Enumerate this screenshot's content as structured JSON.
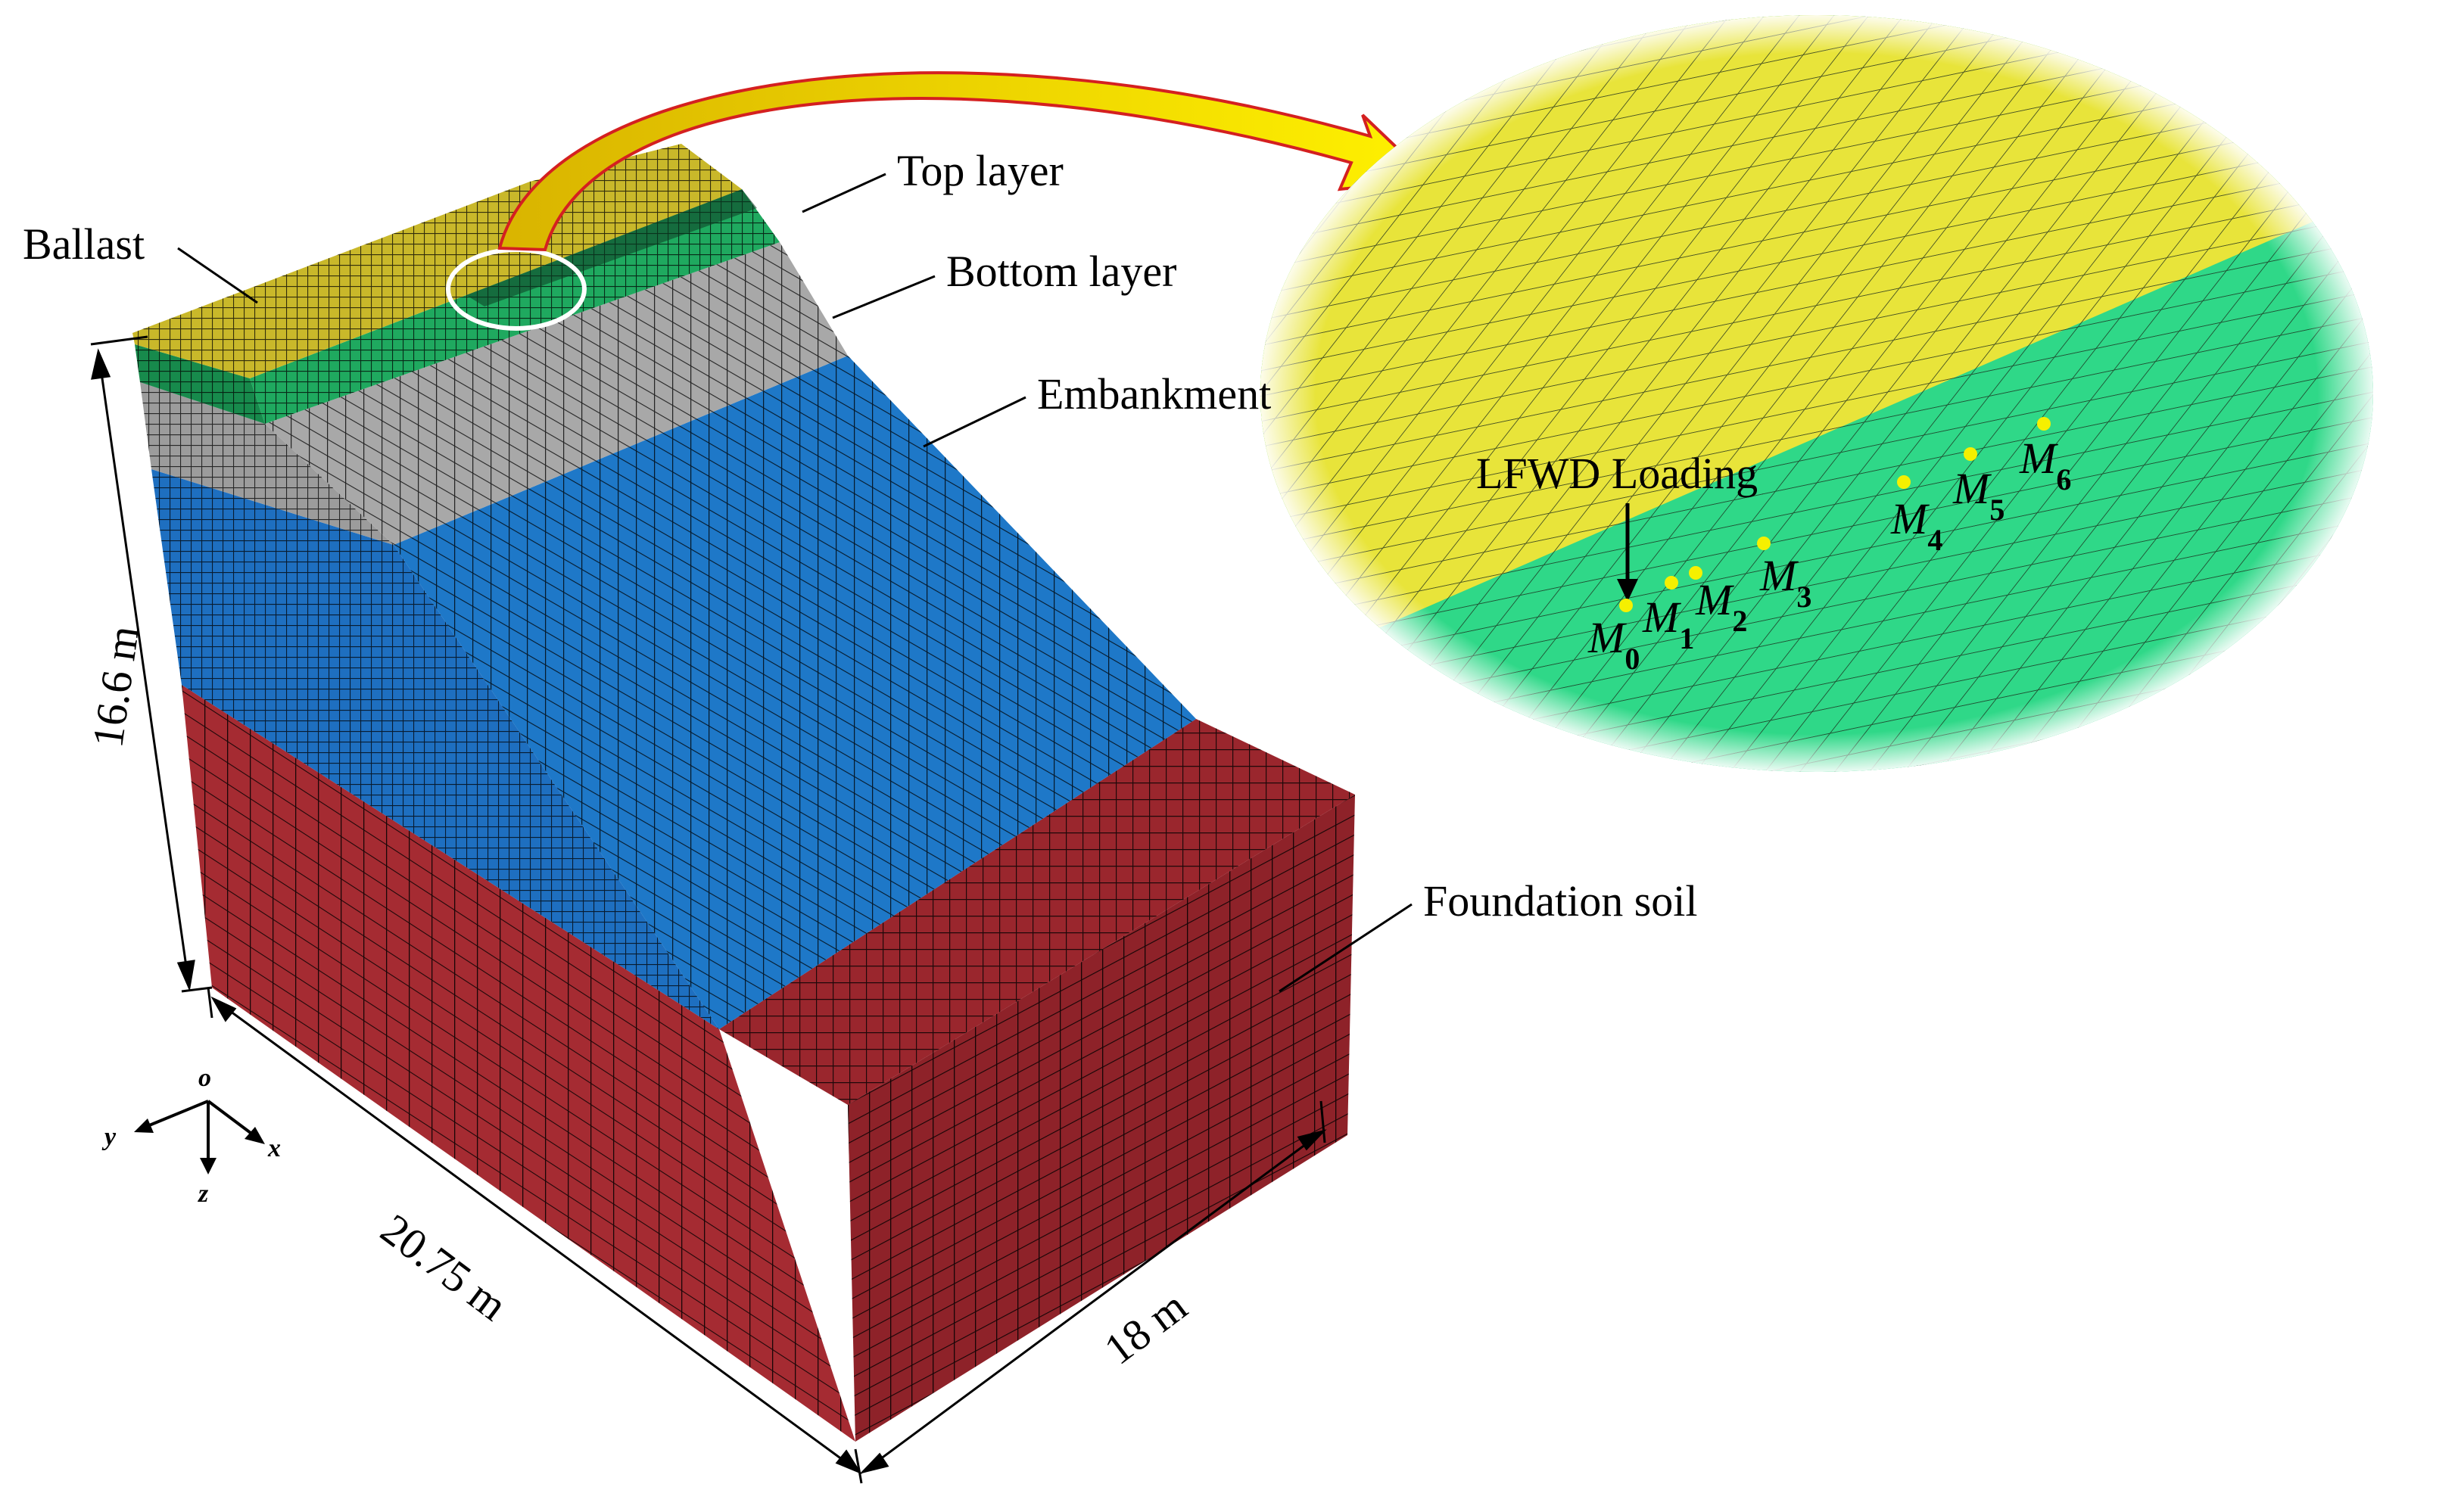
{
  "figure": {
    "labels": {
      "ballast": "Ballast",
      "top_layer": "Top layer",
      "bottom_layer": "Bottom layer",
      "embankment": "Embankment",
      "foundation_soil": "Foundation soil"
    },
    "dimensions": {
      "height": "16.6 m",
      "length": "20.75 m",
      "width": "18 m"
    },
    "axes": {
      "origin": "o",
      "x": "x",
      "y": "y",
      "z": "z"
    },
    "inset": {
      "loading_label": "LFWD Loading",
      "points": [
        {
          "base": "M",
          "sub": "0"
        },
        {
          "base": "M",
          "sub": "1"
        },
        {
          "base": "M",
          "sub": "2"
        },
        {
          "base": "M",
          "sub": "3"
        },
        {
          "base": "M",
          "sub": "4"
        },
        {
          "base": "M",
          "sub": "5"
        },
        {
          "base": "M",
          "sub": "6"
        }
      ]
    },
    "colors": {
      "ballast": "#c9b82a",
      "top_layer": "#1fa95f",
      "bottom_layer": "#a8a8a8",
      "embankment": "#1e78c8",
      "foundation_soil": "#a52b32",
      "inset_yellow": "#e8e43a",
      "inset_green": "#2fd888",
      "arrow_fill": "#f5e200",
      "arrow_stroke": "#d42020",
      "point": "#f5f000"
    }
  }
}
